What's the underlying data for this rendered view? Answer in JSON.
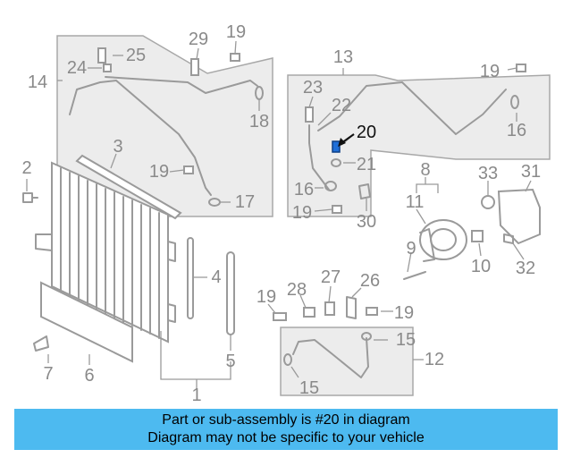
{
  "callouts": {
    "n1": "1",
    "n2": "2",
    "n3": "3",
    "n4": "4",
    "n5": "5",
    "n6": "6",
    "n7": "7",
    "n8": "8",
    "n9": "9",
    "n10": "10",
    "n11": "11",
    "n12": "12",
    "n13": "13",
    "n14": "14",
    "n15a": "15",
    "n15b": "15",
    "n16a": "16",
    "n16b": "16",
    "n17": "17",
    "n18": "18",
    "n19a": "19",
    "n19b": "19",
    "n19c": "19",
    "n19d": "19",
    "n19e": "19",
    "n19f": "19",
    "n20": "20",
    "n21": "21",
    "n22": "22",
    "n23": "23",
    "n24": "24",
    "n25": "25",
    "n26": "26",
    "n27": "27",
    "n28": "28",
    "n29": "29",
    "n30": "30",
    "n31": "31",
    "n32": "32",
    "n33": "33"
  },
  "highlight_part": "20",
  "colors": {
    "banner": "#4dbaf0",
    "highlight": "#1f6fd8",
    "lines": "#9a9a9a"
  },
  "banner": {
    "line1": "Part or sub-assembly is #20 in diagram",
    "line2": "Diagram may not be specific to your vehicle"
  }
}
